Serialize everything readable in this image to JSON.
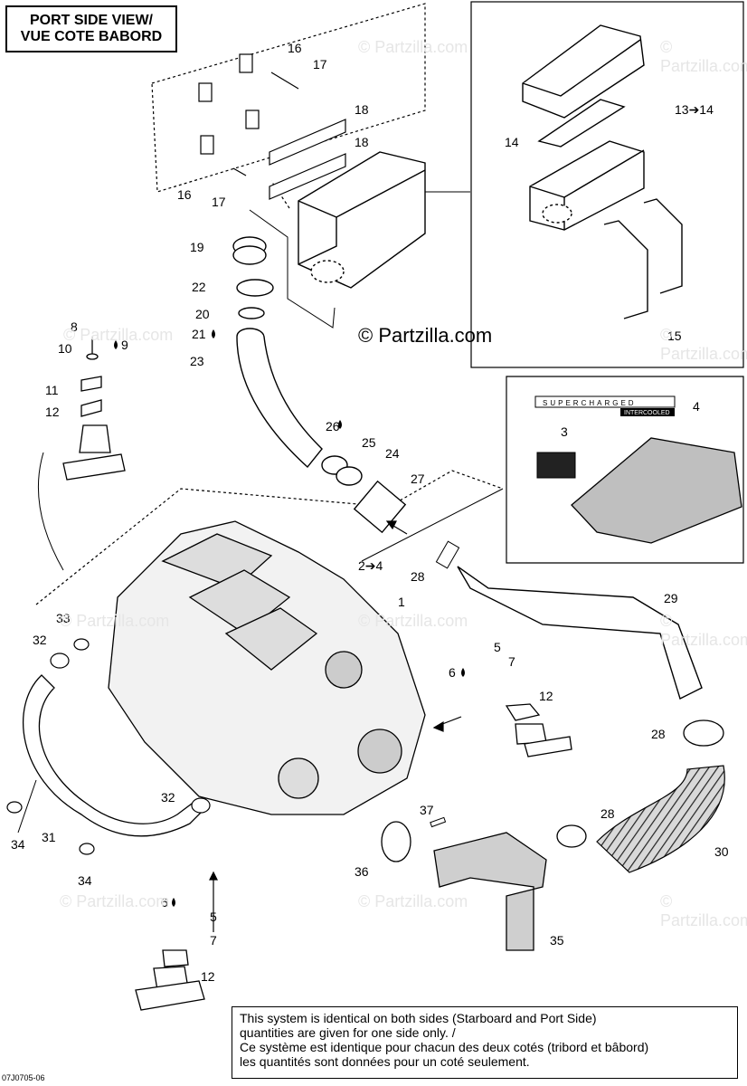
{
  "title": {
    "line1": "PORT SIDE VIEW/",
    "line2": "VUE COTE BABORD"
  },
  "copyright": "© Partzilla.com",
  "watermark": "© Partzilla.com",
  "reference_code": "07J0705-06",
  "note": {
    "line1": "This system is identical on both sides (Starboard and Port Side)",
    "line2": "quantities are given for one side only. /",
    "line3": "Ce système est identique pour chacun des deux cotés (tribord et bâbord)",
    "line4": "les quantités sont données pour un coté seulement."
  },
  "decal": {
    "supercharged": "SUPERCHARGED",
    "intercooled": "INTERCOOLED"
  },
  "callouts": [
    {
      "id": "c16a",
      "label": "16"
    },
    {
      "id": "c17a",
      "label": "17"
    },
    {
      "id": "c18a",
      "label": "18"
    },
    {
      "id": "c18b",
      "label": "18"
    },
    {
      "id": "c16b",
      "label": "16"
    },
    {
      "id": "c17b",
      "label": "17"
    },
    {
      "id": "c13",
      "label": "13➔14"
    },
    {
      "id": "c14",
      "label": "14"
    },
    {
      "id": "c15",
      "label": "15"
    },
    {
      "id": "c19",
      "label": "19"
    },
    {
      "id": "c22",
      "label": "22"
    },
    {
      "id": "c20",
      "label": "20"
    },
    {
      "id": "c21",
      "label": "21"
    },
    {
      "id": "c23",
      "label": "23"
    },
    {
      "id": "c8",
      "label": "8"
    },
    {
      "id": "c10",
      "label": "10"
    },
    {
      "id": "c9",
      "label": "9"
    },
    {
      "id": "c11",
      "label": "11"
    },
    {
      "id": "c12a",
      "label": "12"
    },
    {
      "id": "c26",
      "label": "26"
    },
    {
      "id": "c25",
      "label": "25"
    },
    {
      "id": "c24",
      "label": "24"
    },
    {
      "id": "c27",
      "label": "27"
    },
    {
      "id": "c4",
      "label": "4"
    },
    {
      "id": "c3",
      "label": "3"
    },
    {
      "id": "c2to4",
      "label": "2➔4"
    },
    {
      "id": "c28a",
      "label": "28"
    },
    {
      "id": "c1",
      "label": "1"
    },
    {
      "id": "c29",
      "label": "29"
    },
    {
      "id": "c33",
      "label": "33"
    },
    {
      "id": "c32a",
      "label": "32"
    },
    {
      "id": "c5a",
      "label": "5"
    },
    {
      "id": "c7a",
      "label": "7"
    },
    {
      "id": "c6a",
      "label": "6"
    },
    {
      "id": "c12b",
      "label": "12"
    },
    {
      "id": "c28b",
      "label": "28"
    },
    {
      "id": "c32b",
      "label": "32"
    },
    {
      "id": "c37",
      "label": "37"
    },
    {
      "id": "c28c",
      "label": "28"
    },
    {
      "id": "c30",
      "label": "30"
    },
    {
      "id": "c31",
      "label": "31"
    },
    {
      "id": "c34a",
      "label": "34"
    },
    {
      "id": "c34b",
      "label": "34"
    },
    {
      "id": "c36",
      "label": "36"
    },
    {
      "id": "c6b",
      "label": "6"
    },
    {
      "id": "c5b",
      "label": "5"
    },
    {
      "id": "c7b",
      "label": "7"
    },
    {
      "id": "c35",
      "label": "35"
    },
    {
      "id": "c12c",
      "label": "12"
    }
  ]
}
